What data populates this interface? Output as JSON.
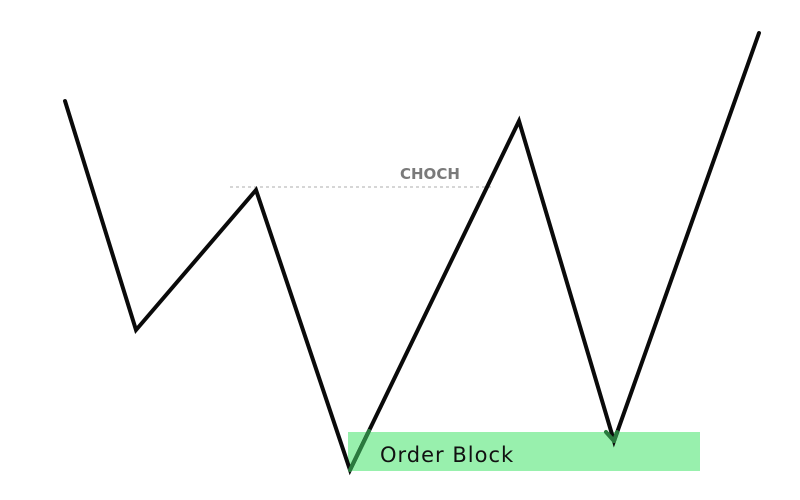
{
  "diagram": {
    "type": "market-structure-zigzag",
    "choch_label": "CHOCH",
    "order_block_label": "Order Block",
    "colors": {
      "price_line": "#0a0a0a",
      "order_block_fill": "#98f0ad",
      "choch_line": "#bdbdbd",
      "choch_text": "#7a7a7a",
      "background": "#ffffff"
    }
  }
}
